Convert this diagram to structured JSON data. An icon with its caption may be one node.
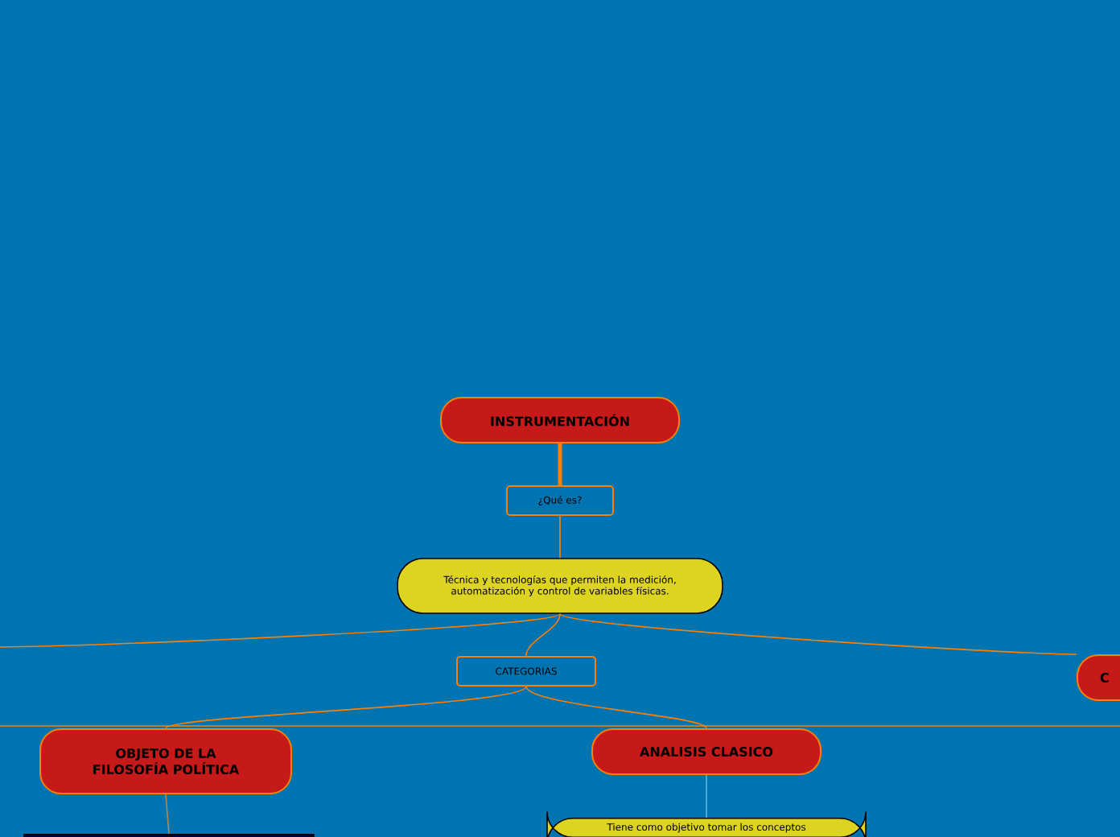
{
  "diagram": {
    "nodes": [
      {
        "text": [
          "INSTRUMENTACIÓN"
        ]
      },
      {
        "text": [
          "¿Qué es?"
        ]
      },
      {
        "text": [
          "Técnica y tecnologías que permiten la medición, automatización y control de variables físicas."
        ]
      },
      {
        "text": [
          "CATEGORIAS"
        ]
      },
      {
        "text": [
          "OBJETO DE LA FILOSOFÍA POLÍTICA"
        ]
      },
      {
        "text": [
          "ANALISIS CLASICO"
        ]
      },
      {
        "text": [
          "Tiene como objetivo tomar los conceptos"
        ]
      },
      {
        "text": [],
        "shape": "box"
      },
      {
        "text": [
          "C"
        ]
      }
    ],
    "edges": [
      {
        "from": 0,
        "to": 1,
        "arrow": "none",
        "style": "thick"
      },
      {
        "from": 1,
        "to": 2,
        "arrow": "none"
      },
      {
        "from": 2,
        "to": 3,
        "arrow": "none"
      },
      {
        "from": 2,
        "to": null,
        "arrow": "none"
      },
      {
        "from": 2,
        "to": 8,
        "arrow": "none"
      },
      {
        "from": 3,
        "to": 4,
        "arrow": "none"
      },
      {
        "from": 3,
        "to": 5,
        "arrow": "none"
      },
      {
        "from": 5,
        "to": 6,
        "arrow": "none",
        "color": "#5fb4dc"
      },
      {
        "from": 4,
        "to": 7,
        "arrow": "none",
        "color": "#b08a55"
      }
    ]
  }
}
